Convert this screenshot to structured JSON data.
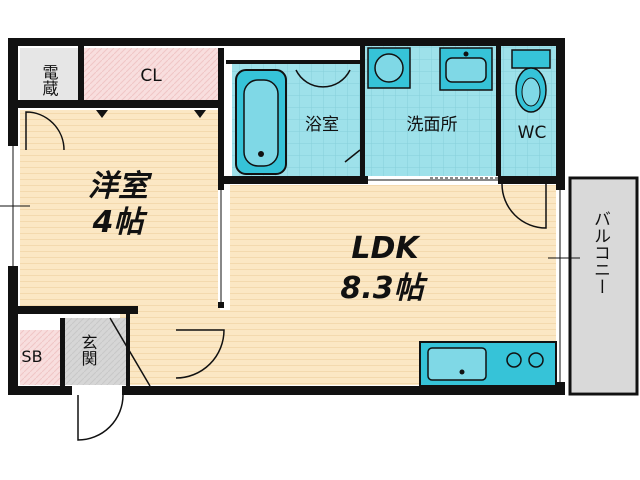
{
  "rooms": {
    "western_room": {
      "name": "洋室",
      "size": "4帖"
    },
    "ldk": {
      "name": "LDK",
      "size": "8.3帖"
    },
    "bathroom": {
      "name": "浴室"
    },
    "washroom": {
      "name": "洗面所"
    },
    "toilet": {
      "name": "WC"
    },
    "closet": {
      "name": "CL"
    },
    "fridge": {
      "name": "電蔵"
    },
    "entrance": {
      "name": "玄関"
    },
    "shoe_box": {
      "name": "SB"
    },
    "balcony": {
      "name": "バルコニー"
    }
  },
  "colors": {
    "wood_floor": "#fbe7c4",
    "wet_area": "#9ee1ea",
    "fixture": "#36c3d8",
    "closet_fill": "#f8dede",
    "entrance_fill": "#d6d6d6",
    "wall": "#111111",
    "balcony_fill": "#d9d9d9"
  }
}
